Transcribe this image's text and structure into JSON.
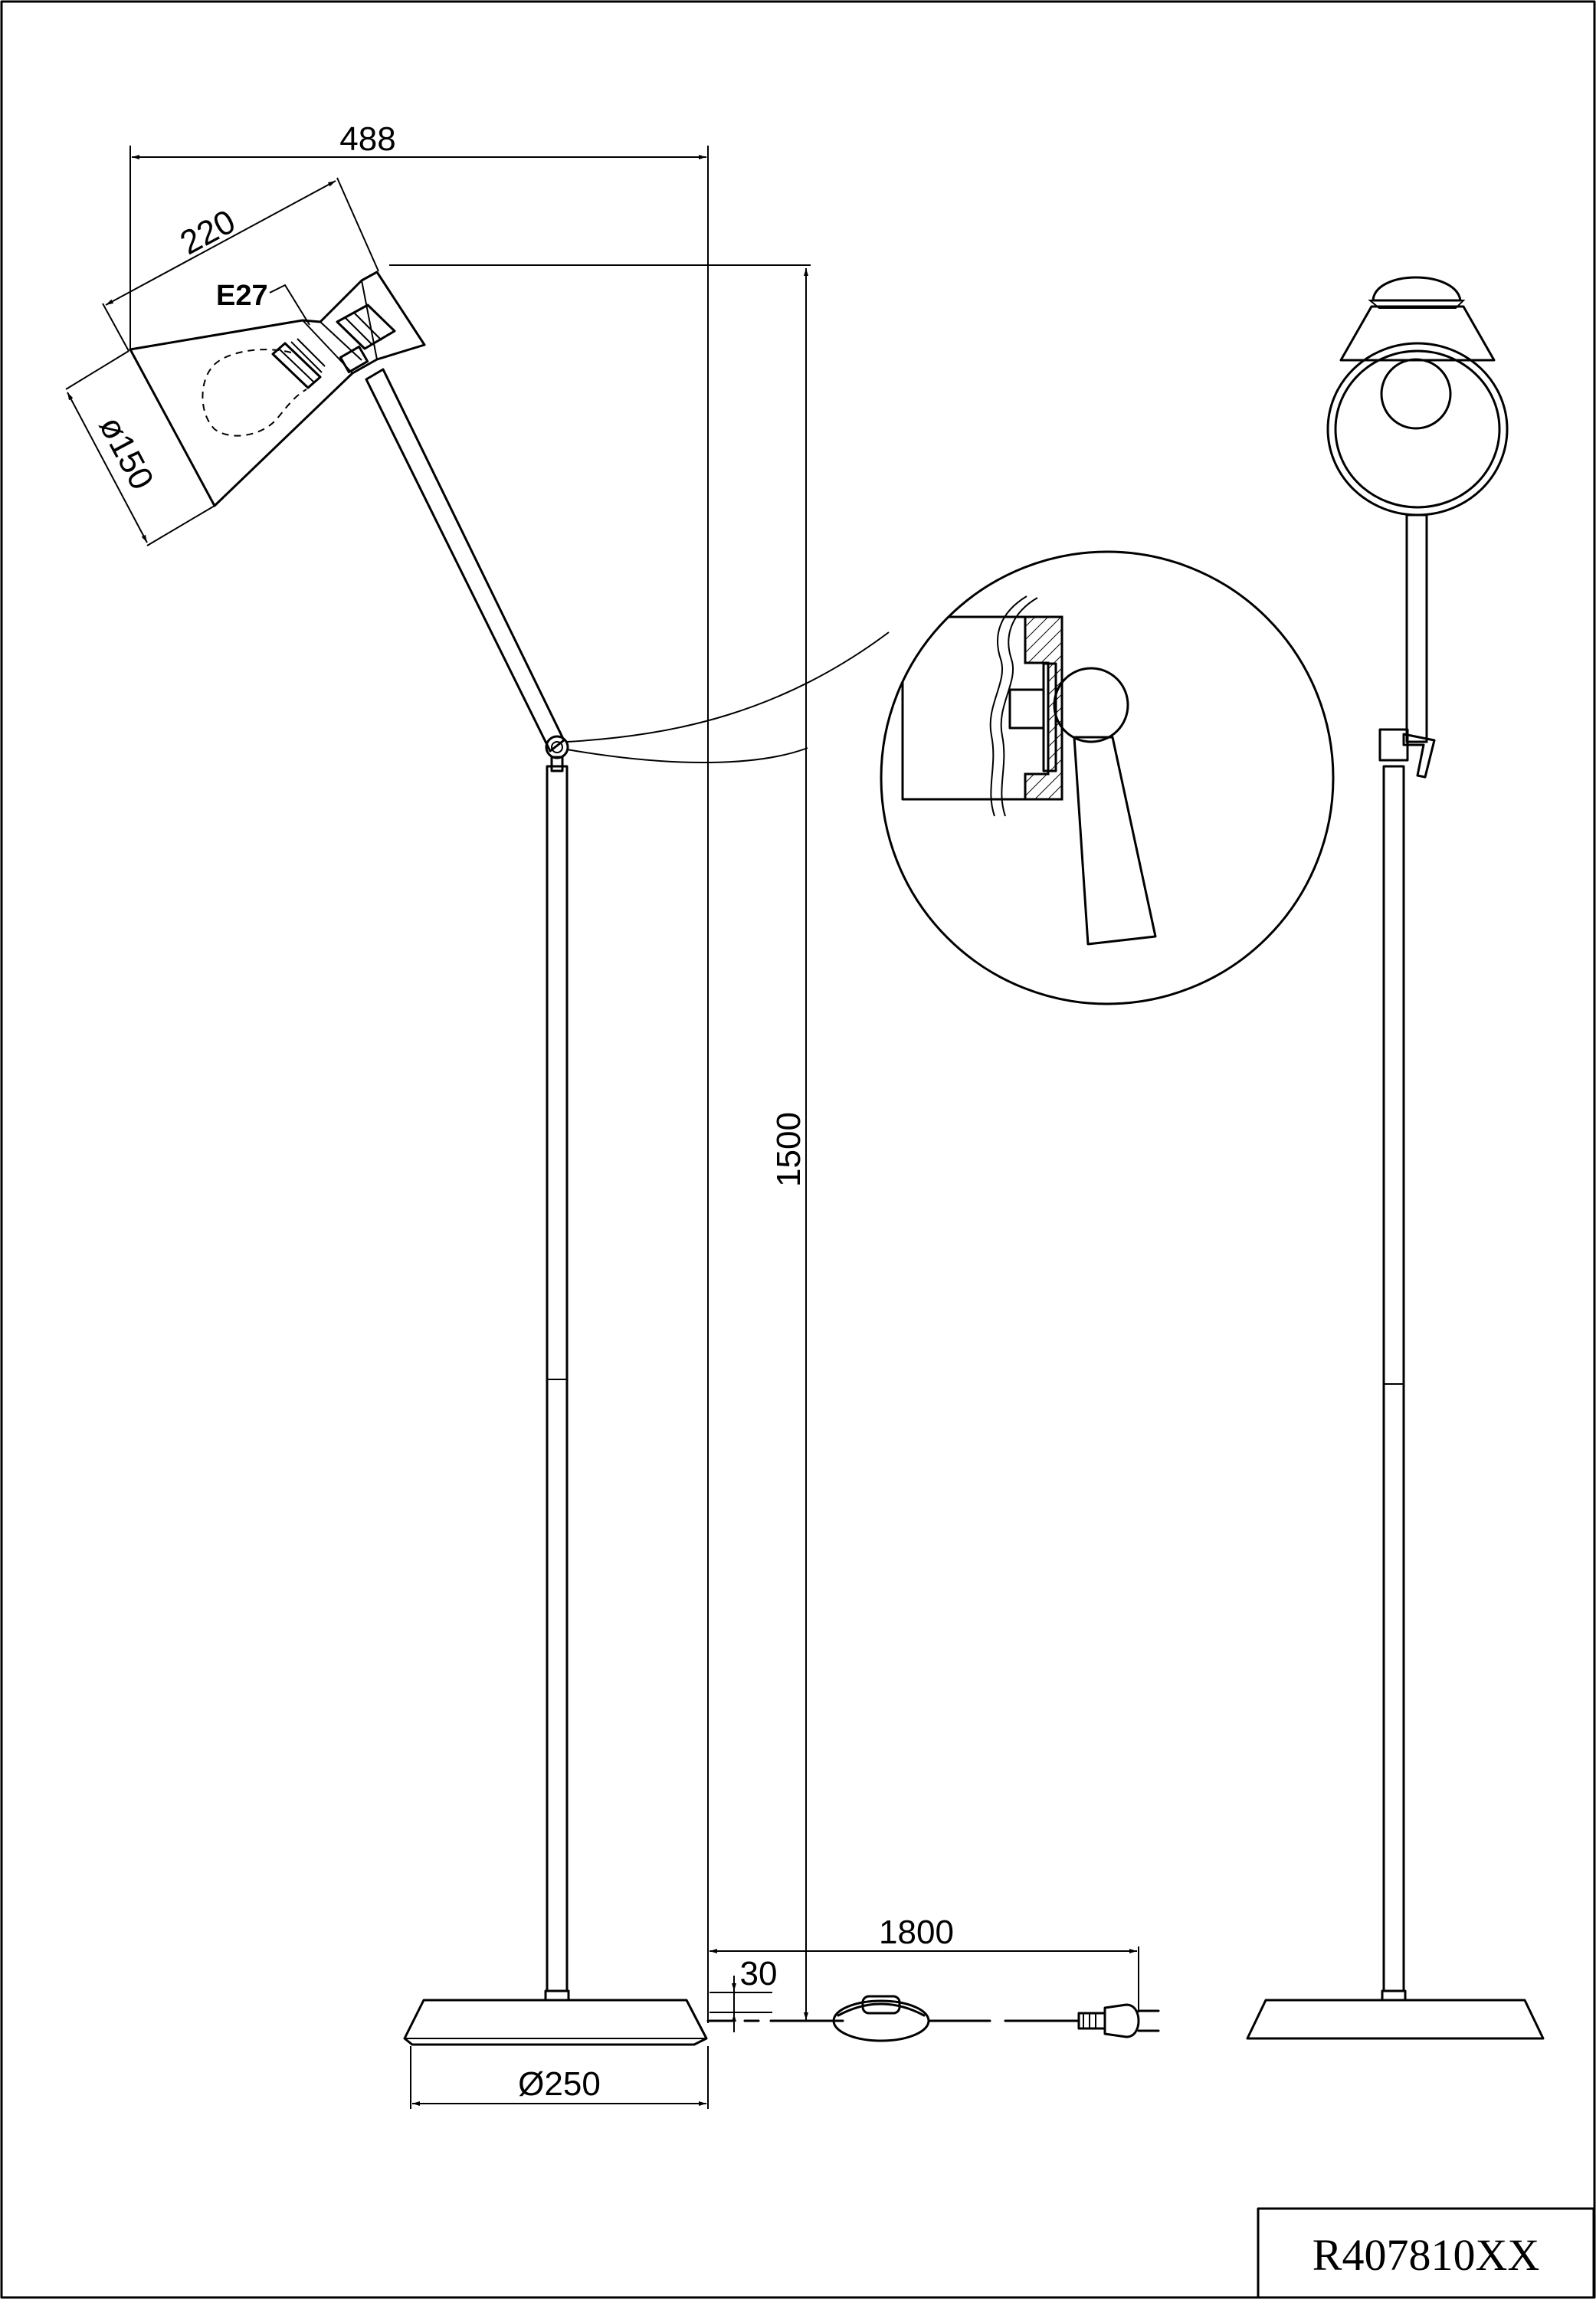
{
  "drawing": {
    "model_code": "R407810XX",
    "socket_label": "E27",
    "dimensions": {
      "total_width": "488",
      "shade_length": "220",
      "shade_diameter": "ø150",
      "height": "1500",
      "base_diameter": "Ø250",
      "cable_length": "1800",
      "base_height": "30"
    }
  }
}
